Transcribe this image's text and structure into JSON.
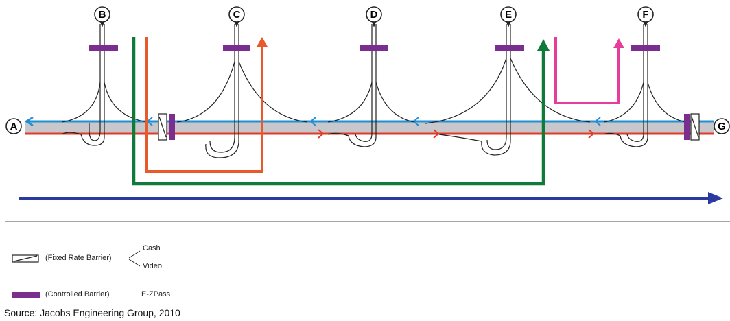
{
  "nodes": {
    "a": "A",
    "b": "B",
    "c": "C",
    "d": "D",
    "e": "E",
    "f": "F",
    "g": "G"
  },
  "legend": {
    "fixed_barrier_label": "(Fixed Rate Barrier)",
    "cash_label": "Cash",
    "video_label": "Video",
    "controlled_barrier_label": "(Controlled Barrier)",
    "ezpass_label": "E-ZPass"
  },
  "source": "Source: Jacobs Engineering Group, 2010",
  "colors": {
    "westbound": "#1f8fd6",
    "eastbound": "#e03b2a",
    "highway_band": "#c8c8cc",
    "orange_route": "#e8592b",
    "green_route": "#0f7a3a",
    "magenta_route": "#e83c9b",
    "through_route": "#2b3aa0",
    "barrier": "#7a2e8e"
  }
}
